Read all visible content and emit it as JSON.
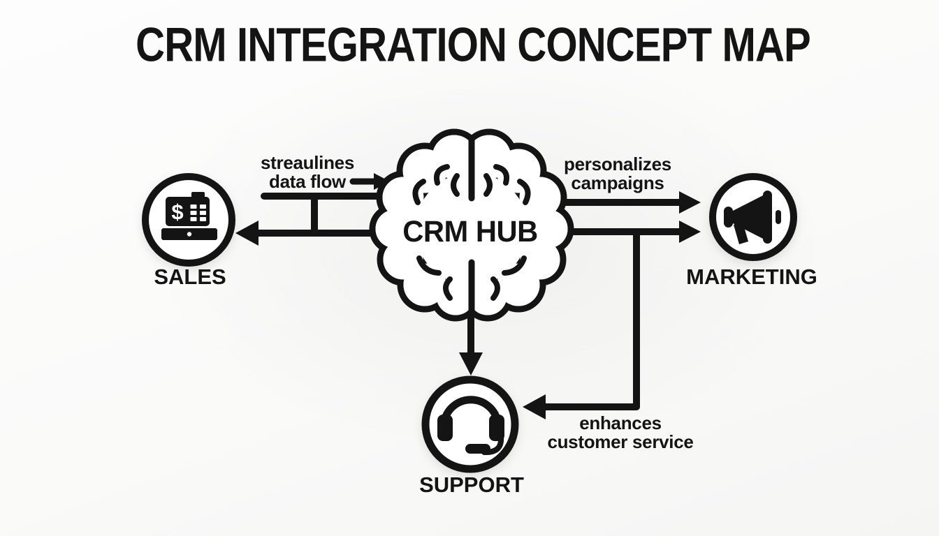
{
  "title": "CRM INTEGRATION CONCEPT MAP",
  "hub": {
    "label": "CRM HUB",
    "icon": "brain-icon"
  },
  "nodes": [
    {
      "id": "sales",
      "label": "SALES",
      "icon": "cash-register-icon",
      "icon_symbol": "$",
      "position": "left"
    },
    {
      "id": "marketing",
      "label": "MARKETING",
      "icon": "megaphone-icon",
      "position": "right"
    },
    {
      "id": "support",
      "label": "SUPPORT",
      "icon": "headset-icon",
      "position": "bottom"
    }
  ],
  "edges": [
    {
      "from": "crm-hub",
      "to": "sales",
      "label_line1": "streaulines",
      "label_line2": "data flow",
      "arrow_direction": "left"
    },
    {
      "from": "crm-hub",
      "to": "marketing",
      "label_line1": "personalizes",
      "label_line2": "campaigns",
      "arrow_direction": "right"
    },
    {
      "from": "crm-hub",
      "to": "support",
      "label_line1": "enhances",
      "label_line2": "customer service",
      "arrow_direction": "down-left"
    }
  ],
  "colors": {
    "ink": "#141414",
    "background": "#fbfbfa"
  }
}
